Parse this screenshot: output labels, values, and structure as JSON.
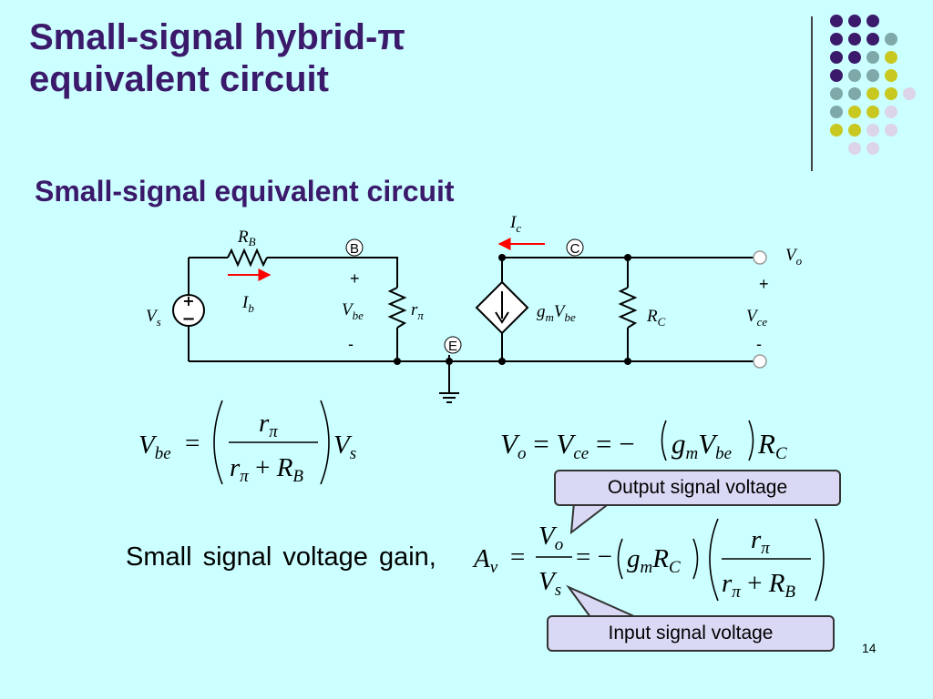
{
  "title_line1": "Small-signal hybrid-π",
  "title_line2": "equivalent circuit",
  "subtitle": "Small-signal equivalent circuit",
  "circuit": {
    "node_b": "B",
    "node_c": "C",
    "node_e": "E",
    "plus": "+",
    "minus": "-"
  },
  "gain_text": "Small  signal  voltage  gain,",
  "callout_output": "Output signal voltage",
  "callout_input": "Input signal voltage",
  "page_number": "14",
  "colors": {
    "background": "#ccffff",
    "title": "#3b1a6b",
    "arrow": "#ff0000",
    "dot_purple": "#3b1a6b",
    "dot_teal": "#7fa8a8",
    "dot_yellow": "#c8c820",
    "dot_lavender": "#dcd4e8"
  },
  "dot_grid": [
    [
      "dot_purple",
      "dot_purple",
      "dot_purple",
      null
    ],
    [
      "dot_purple",
      "dot_purple",
      "dot_purple",
      "dot_teal"
    ],
    [
      "dot_purple",
      "dot_purple",
      "dot_teal",
      "dot_yellow"
    ],
    [
      "dot_purple",
      "dot_teal",
      "dot_teal",
      "dot_yellow"
    ],
    [
      "dot_teal",
      "dot_teal",
      "dot_yellow",
      "dot_yellow",
      "dot_lavender"
    ],
    [
      "dot_teal",
      "dot_yellow",
      "dot_yellow",
      "dot_lavender"
    ],
    [
      "dot_yellow",
      "dot_yellow",
      "dot_lavender",
      "dot_lavender"
    ],
    [
      null,
      "dot_lavender",
      "dot_lavender",
      null
    ]
  ]
}
